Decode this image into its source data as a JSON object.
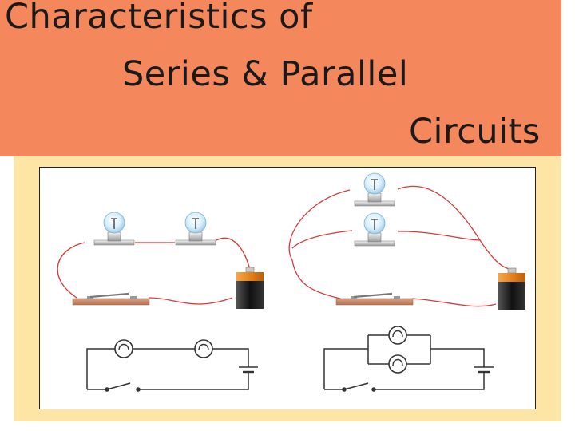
{
  "slide": {
    "title_lines": [
      "Characteristics of",
      "Series & Parallel",
      "Circuits"
    ]
  },
  "colors": {
    "title_band": "#f4875c",
    "frame": "#fde5a6",
    "wire": "#d83a3a",
    "battery_cap": "#f08a1e",
    "switch_base": "#c98a68"
  },
  "diagrams": [
    {
      "name": "series-circuit",
      "bulbs": 2,
      "switch": 1,
      "battery": 1
    },
    {
      "name": "parallel-circuit",
      "bulbs": 2,
      "switch": 1,
      "battery": 1
    }
  ]
}
